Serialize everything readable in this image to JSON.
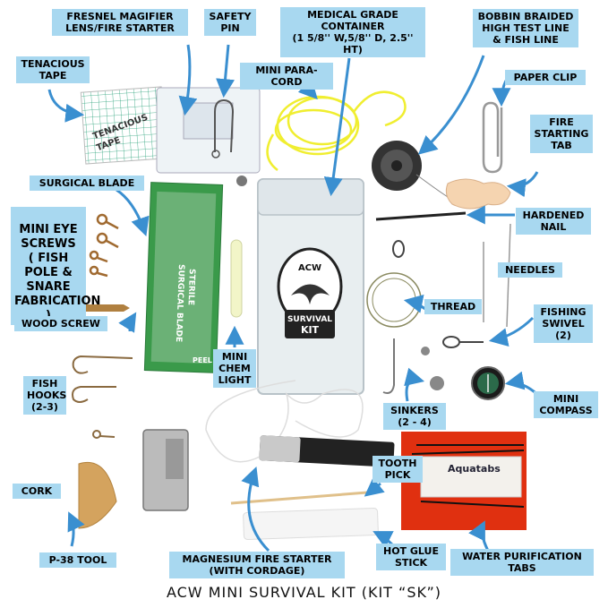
{
  "labels": {
    "fresnel": "FRESNEL MAGIFIER\nLENS/FIRE STARTER",
    "safety_pin": "SAFETY\nPIN",
    "medical_container": "MEDICAL GRADE\nCONTAINER\n(1 5/8'' W,5/8'' D, 2.5'' HT)",
    "bobbin": "BOBBIN BRAIDED\nHIGH TEST LINE\n& FISH LINE",
    "tenacious_tape": "TENACIOUS\nTAPE",
    "mini_paracord": "MINI PARA-CORD",
    "paper_clip": "PAPER CLIP",
    "fire_tab": "FIRE\nSTARTING\nTAB",
    "surgical_blade": "SURGICAL BLADE",
    "mini_eye_screws": "MINI EYE\nSCREWS",
    "mini_eye_screws_sub": "( FISH POLE &\nSNARE\nFABRICATION )",
    "hardened_nail": "HARDENED\nNAIL",
    "needles": "NEEDLES",
    "wood_screw": "WOOD SCREW",
    "thread": "THREAD",
    "fishing_swivel": "FISHING\nSWIVEL\n(2)",
    "mini_chem_light": "MINI\nCHEM\nLIGHT",
    "fish_hooks": "FISH\nHOOKS\n(2-3)",
    "sinkers": "SINKERS\n(2 - 4)",
    "mini_compass": "MINI\nCOMPASS",
    "cork": "CORK",
    "tooth_pick": "TOOTH\nPICK",
    "p38": "P-38 TOOL",
    "magnesium": "MAGNESIUM FIRE STARTER\n(WITH CORDAGE)",
    "hot_glue": "HOT GLUE\nSTICK",
    "water_tabs": "WATER PURIFICATION\nTABS"
  },
  "product_text": {
    "tape_print": "TENACIOUS\nTAPE",
    "kit_logo": "ACW",
    "kit_label_line1": "SURVIVAL",
    "kit_label_line2": "KIT",
    "blade_print": "STERILE\nSURGICAL BLADE",
    "blade_peel": "PEEL",
    "aquatabs_brand": "Aquatabs"
  },
  "caption": "ACW MINI SURVIVAL KIT (KIT “SK”)",
  "colors": {
    "label_bg": "#a8d8f0",
    "arrow": "#3a8fd0",
    "paracord": "#f0ee30",
    "tape_grid": "#2aa27a",
    "blade_pack": "#3a9a4a",
    "water_pack": "#e03010",
    "fire_tab": "#f5d4b0",
    "cork": "#d4a35e"
  }
}
